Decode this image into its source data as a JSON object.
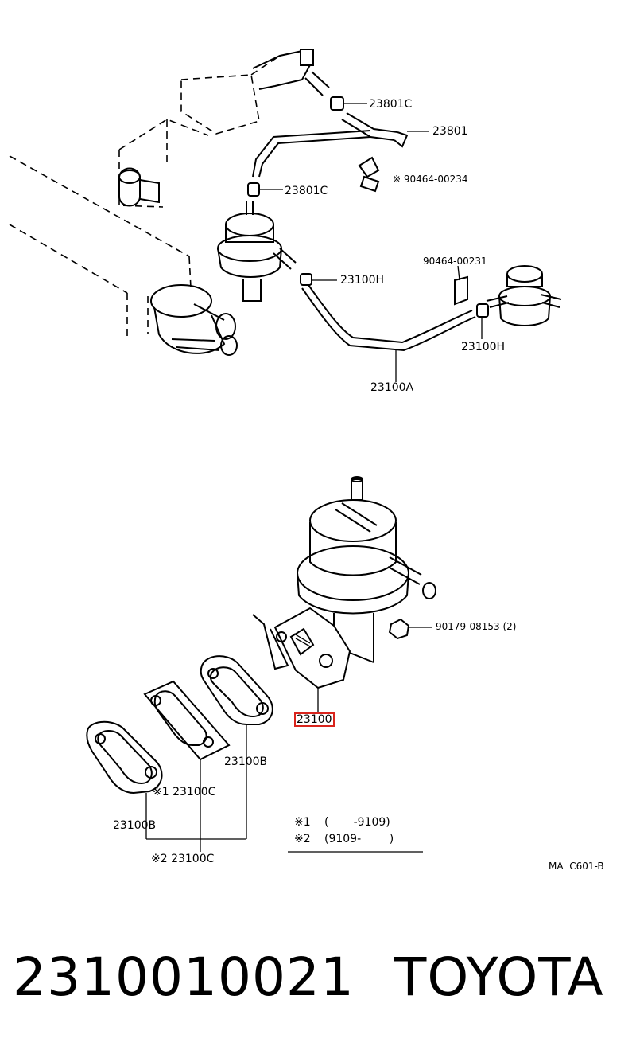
{
  "upper_assembly": {
    "labels": {
      "hose_clamp_top": "23801C",
      "vent_pipe": "23801",
      "clip_a": "※ 90464-00234",
      "hose_clamp_lower": "23801C",
      "clip_b": "90464-00231",
      "fuel_hose_clamp_left": "23100H",
      "fuel_hose_clamp_right": "23100H",
      "fuel_hose": "23100A"
    }
  },
  "fuel_pump_assembly": {
    "labels": {
      "nut": "90179-08153 (2)",
      "pump": "23100",
      "gasket_right": "23100B",
      "insulator_1": "※1 23100C",
      "gasket_left": "23100B",
      "insulator_2": "※2 23100C"
    },
    "legend": {
      "row1_mark": "※1",
      "row1_range": "(       -9109)",
      "row2_mark": "※2",
      "row2_range": "(9109-        )"
    },
    "diagram_code": "MA  C601-B"
  },
  "highlight_color": "#d9241c",
  "footer": {
    "part_number": "2310010021",
    "brand": "TOYOTA"
  }
}
